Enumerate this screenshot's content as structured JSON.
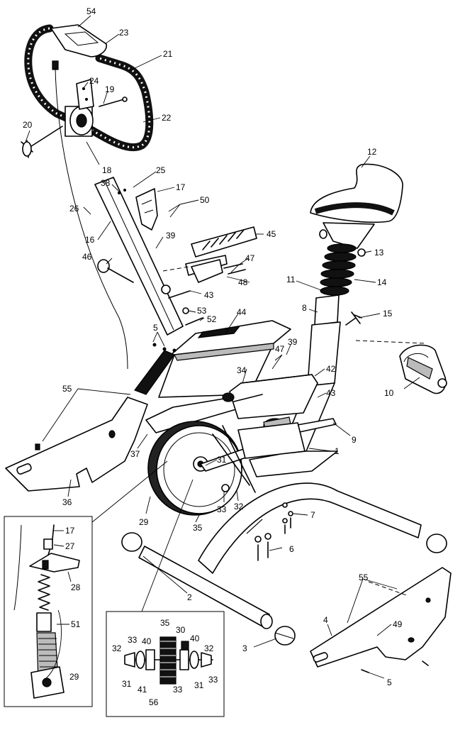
{
  "callouts": [
    {
      "id": "c54",
      "text": "54"
    },
    {
      "id": "c23",
      "text": "23"
    },
    {
      "id": "c21",
      "text": "21"
    },
    {
      "id": "c24",
      "text": "24"
    },
    {
      "id": "c19",
      "text": "19"
    },
    {
      "id": "c22",
      "text": "22"
    },
    {
      "id": "c20",
      "text": "20"
    },
    {
      "id": "c18",
      "text": "18"
    },
    {
      "id": "c25",
      "text": "25"
    },
    {
      "id": "c38",
      "text": "38"
    },
    {
      "id": "c17",
      "text": "17"
    },
    {
      "id": "c50",
      "text": "50"
    },
    {
      "id": "c26",
      "text": "26"
    },
    {
      "id": "c16",
      "text": "16"
    },
    {
      "id": "c39a",
      "text": "39"
    },
    {
      "id": "c45",
      "text": "45"
    },
    {
      "id": "c46",
      "text": "46"
    },
    {
      "id": "c47a",
      "text": "47"
    },
    {
      "id": "c48",
      "text": "48"
    },
    {
      "id": "c43a",
      "text": "43"
    },
    {
      "id": "c53",
      "text": "53"
    },
    {
      "id": "c52",
      "text": "52"
    },
    {
      "id": "c44",
      "text": "44"
    },
    {
      "id": "c5a",
      "text": "5"
    },
    {
      "id": "c12",
      "text": "12"
    },
    {
      "id": "c13",
      "text": "13"
    },
    {
      "id": "c11",
      "text": "11"
    },
    {
      "id": "c14",
      "text": "14"
    },
    {
      "id": "c8",
      "text": "8"
    },
    {
      "id": "c15",
      "text": "15"
    },
    {
      "id": "c47b",
      "text": "47"
    },
    {
      "id": "c39b",
      "text": "39"
    },
    {
      "id": "c42",
      "text": "42"
    },
    {
      "id": "c34",
      "text": "34"
    },
    {
      "id": "c43b",
      "text": "43"
    },
    {
      "id": "c10",
      "text": "10"
    },
    {
      "id": "c9",
      "text": "9"
    },
    {
      "id": "c55a",
      "text": "55"
    },
    {
      "id": "c37",
      "text": "37"
    },
    {
      "id": "c1",
      "text": "1"
    },
    {
      "id": "c31",
      "text": "31"
    },
    {
      "id": "c36",
      "text": "36"
    },
    {
      "id": "c33",
      "text": "33"
    },
    {
      "id": "c32",
      "text": "32"
    },
    {
      "id": "c7",
      "text": "7"
    },
    {
      "id": "c29",
      "text": "29"
    },
    {
      "id": "c35",
      "text": "35"
    },
    {
      "id": "c6",
      "text": "6"
    },
    {
      "id": "c55b",
      "text": "55"
    },
    {
      "id": "c4",
      "text": "4"
    },
    {
      "id": "c49",
      "text": "49"
    },
    {
      "id": "c2",
      "text": "2"
    },
    {
      "id": "c3",
      "text": "3"
    },
    {
      "id": "c5b",
      "text": "5"
    }
  ],
  "inset_cable": {
    "labels": [
      {
        "id": "i17",
        "text": "17"
      },
      {
        "id": "i27",
        "text": "27"
      },
      {
        "id": "i28",
        "text": "28"
      },
      {
        "id": "i51",
        "text": "51"
      },
      {
        "id": "i29",
        "text": "29"
      }
    ]
  },
  "inset_hub": {
    "labels": [
      {
        "id": "h35",
        "text": "35"
      },
      {
        "id": "h30",
        "text": "30"
      },
      {
        "id": "h33a",
        "text": "33"
      },
      {
        "id": "h40a",
        "text": "40"
      },
      {
        "id": "h40b",
        "text": "40"
      },
      {
        "id": "h32a",
        "text": "32"
      },
      {
        "id": "h32b",
        "text": "32"
      },
      {
        "id": "h31a",
        "text": "31"
      },
      {
        "id": "h41",
        "text": "41"
      },
      {
        "id": "h56",
        "text": "56"
      },
      {
        "id": "h33b",
        "text": "33"
      },
      {
        "id": "h31b",
        "text": "31"
      },
      {
        "id": "h33c",
        "text": "33"
      }
    ]
  }
}
